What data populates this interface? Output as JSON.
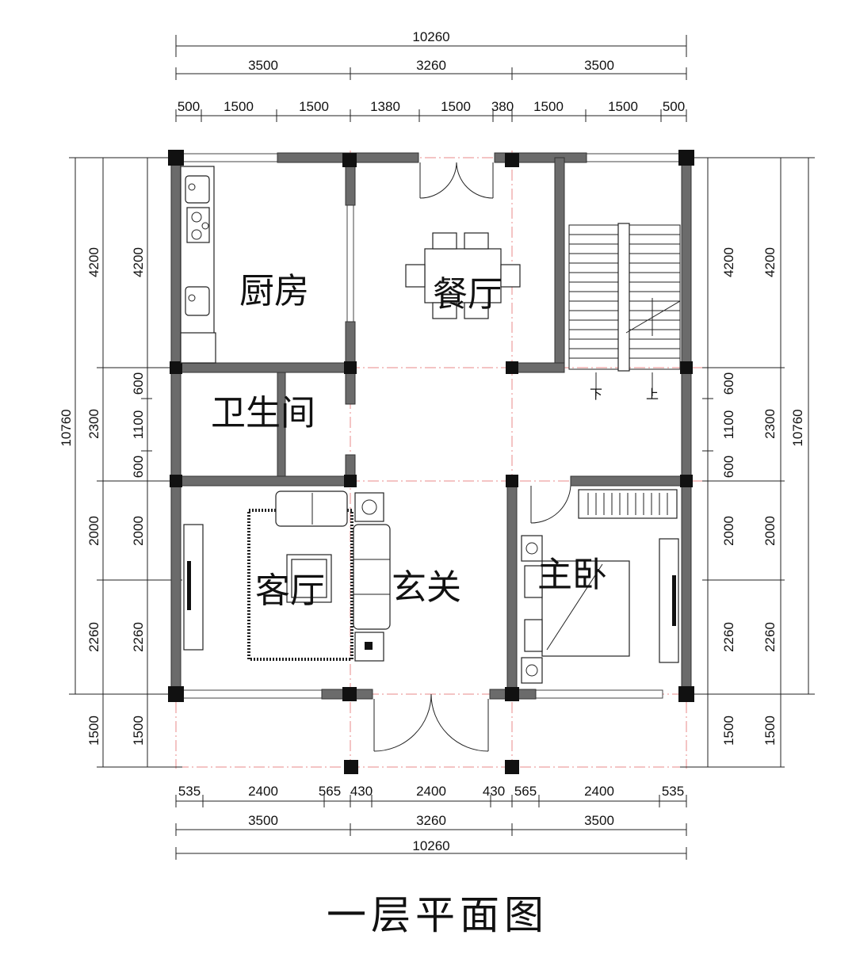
{
  "title": "一层平面图",
  "rooms": {
    "kitchen": "厨房",
    "dining": "餐厅",
    "bathroom": "卫生间",
    "living": "客厅",
    "foyer": "玄关",
    "master_bedroom": "主卧"
  },
  "stairs": {
    "down": "下",
    "up": "上"
  },
  "dimensions": {
    "top_total": "10260",
    "top_mid": [
      "3500",
      "3260",
      "3500"
    ],
    "top_detail": [
      "500",
      "1500",
      "1500",
      "1380",
      "1500",
      "380",
      "1500",
      "1500",
      "500"
    ],
    "bottom_detail": [
      "535",
      "2400",
      "565",
      "430",
      "2400",
      "430",
      "565",
      "2400",
      "535"
    ],
    "bottom_mid": [
      "3500",
      "3260",
      "3500"
    ],
    "bottom_total": "10260",
    "side_total": "10760",
    "side_mid": [
      "4200",
      "2300",
      "2000",
      "2260",
      "1500"
    ],
    "side_detail": [
      "4200",
      "600",
      "1100",
      "600",
      "2000",
      "2260",
      "1500"
    ]
  }
}
